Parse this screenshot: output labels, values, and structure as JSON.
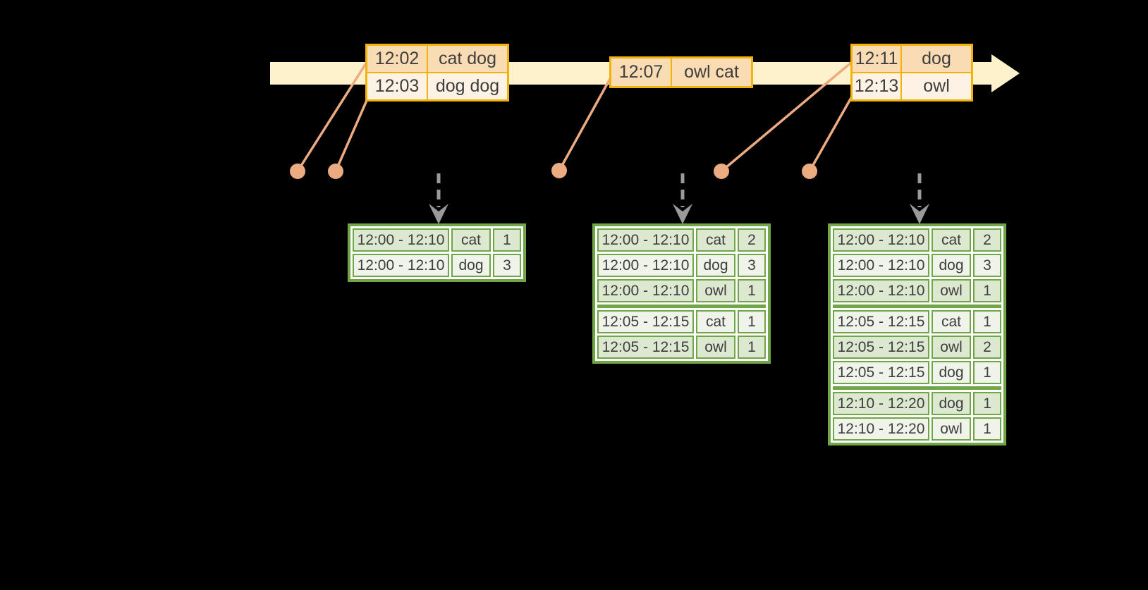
{
  "timeline": {
    "band_color": "#fdf2cb",
    "arrow_icon": "timeline-arrow-icon"
  },
  "event_tables": [
    {
      "rows": [
        {
          "time": "12:02",
          "words": "cat dog"
        },
        {
          "time": "12:03",
          "words": "dog dog"
        }
      ]
    },
    {
      "rows": [
        {
          "time": "12:07",
          "words": "owl cat"
        }
      ]
    },
    {
      "rows": [
        {
          "time": "12:11",
          "words": "dog"
        },
        {
          "time": "12:13",
          "words": "owl"
        }
      ]
    }
  ],
  "result_tables": [
    {
      "rows": [
        {
          "window": "12:00 - 12:10",
          "word": "cat",
          "count": "1"
        },
        {
          "window": "12:00 - 12:10",
          "word": "dog",
          "count": "3"
        }
      ]
    },
    {
      "rows": [
        {
          "window": "12:00 - 12:10",
          "word": "cat",
          "count": "2"
        },
        {
          "window": "12:00 - 12:10",
          "word": "dog",
          "count": "3"
        },
        {
          "window": "12:00 - 12:10",
          "word": "owl",
          "count": "1"
        },
        {
          "window": "12:05 - 12:15",
          "word": "cat",
          "count": "1"
        },
        {
          "window": "12:05 - 12:15",
          "word": "owl",
          "count": "1"
        }
      ]
    },
    {
      "rows": [
        {
          "window": "12:00 - 12:10",
          "word": "cat",
          "count": "2"
        },
        {
          "window": "12:00 - 12:10",
          "word": "dog",
          "count": "3"
        },
        {
          "window": "12:00 - 12:10",
          "word": "owl",
          "count": "1"
        },
        {
          "window": "12:05 - 12:15",
          "word": "cat",
          "count": "1"
        },
        {
          "window": "12:05 - 12:15",
          "word": "owl",
          "count": "2"
        },
        {
          "window": "12:05 - 12:15",
          "word": "dog",
          "count": "1"
        },
        {
          "window": "12:10 - 12:20",
          "word": "dog",
          "count": "1"
        },
        {
          "window": "12:10 - 12:20",
          "word": "owl",
          "count": "1"
        }
      ]
    }
  ],
  "icons": {
    "timeline-arrow-icon": "▶",
    "trigger-arrow-icon": "▼",
    "event-dot-icon": "●"
  },
  "colors": {
    "timeline_band": "#fdf2cb",
    "event_table_border": "#f2b20c",
    "event_row_dark": "#fadcb4",
    "event_row_light": "#fdf2e3",
    "connector_salmon": "#ecab81",
    "result_table_border": "#70a647",
    "result_row_dark": "#dde8d1",
    "result_row_light": "#eff3ea",
    "trigger_arrow_gray": "#9a9a9a",
    "text": "#3e3e3e",
    "background": "#000000"
  }
}
